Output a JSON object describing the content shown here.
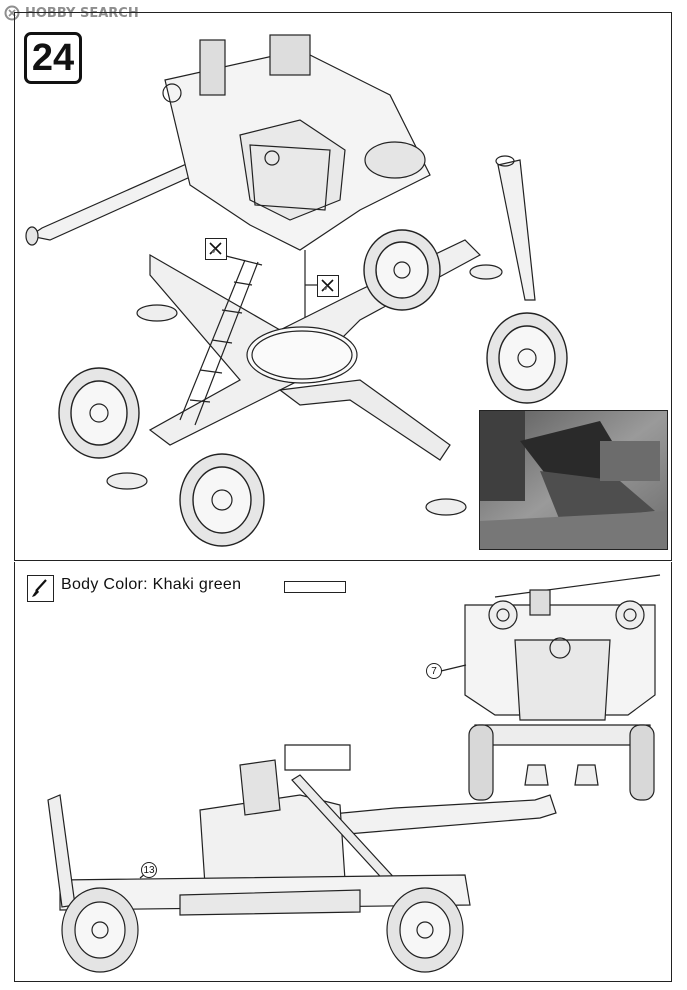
{
  "watermark": {
    "brand": "HOBBY SEARCH"
  },
  "step": {
    "number": "24"
  },
  "paint": {
    "label": "Body Color: Khaki  green",
    "swatch_color": "#ffffff"
  },
  "callouts": {
    "part_front": "7",
    "part_side": "13"
  }
}
